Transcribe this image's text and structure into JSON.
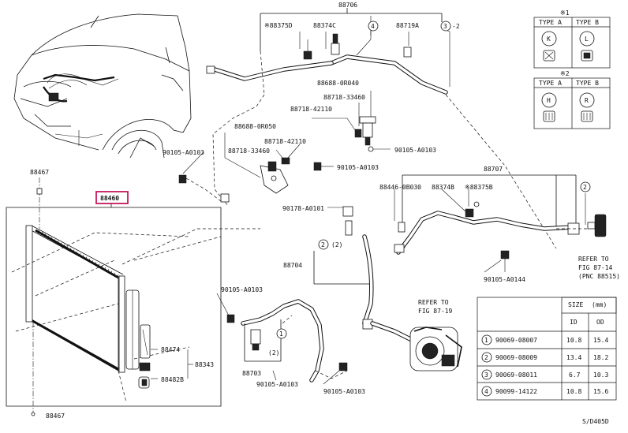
{
  "callouts": {
    "c_88706": "88706",
    "c_88375d": "※88375D",
    "c_88374c": "88374C",
    "c_4": "4",
    "c_88719a": "88719A",
    "c_3_2": "3",
    "c_3_2_suffix": "-2",
    "c_88688_0r040": "88688-0R040",
    "c_88718_33460_a": "88718-33460",
    "c_88718_42110_a": "88718-42110",
    "c_88688_0r050": "88688-0R050",
    "c_88718_42110_b": "88718-42110",
    "c_88718_33460_b": "88718-33460",
    "c_90105_a0103_a": "90105-A0103",
    "c_90105_a0103_b": "90105-A0103",
    "c_90105_a0103_c": "90105-A0103",
    "c_88467_top": "88467",
    "c_88460": "88460",
    "c_88707": "88707",
    "c_88446_0b030": "88446-0B030",
    "c_88374b": "88374B",
    "c_88375b": "※88375B",
    "c_2_right": "2",
    "c_90178_a0101": "90178-A0101",
    "c_2_mid": "2",
    "c_2_mid_paren": "(2)",
    "c_88704": "88704",
    "c_90105_a0144": "90105-A0144",
    "c_refer_fig_87_14": "REFER TO",
    "c_refer_fig_87_14_b": "FIG 87-14",
    "c_refer_fig_87_14_c": "(PNC 88515)",
    "c_90105_a0103_d": "90105-A0103",
    "c_refer_fig_87_19": "REFER TO",
    "c_refer_fig_87_19_b": "FIG 87-19",
    "c_88474": "88474",
    "c_88343": "88343",
    "c_88482b": "88482B",
    "c_88703": "88703",
    "c_1_left": "1",
    "c_2_paren_low": "(2)",
    "c_90105_a0103_e": "90105-A0103",
    "c_90105_a0103_f": "90105-A0103",
    "c_88467_bottom": "88467",
    "diagram_code": "S/D405D"
  },
  "type_box_1": {
    "mark": "※1",
    "type_a": "TYPE A",
    "type_b": "TYPE B",
    "sym_a": "K",
    "sym_b": "L"
  },
  "type_box_2": {
    "mark": "※2",
    "type_a": "TYPE A",
    "type_b": "TYPE B",
    "sym_a": "H",
    "sym_b": "R"
  },
  "size_table": {
    "header_size": "SIZE",
    "header_unit": "(mm)",
    "col_id": "ID",
    "col_od": "OD",
    "rows": [
      {
        "num": "1",
        "part": "90069-08007",
        "id": "10.8",
        "od": "15.4"
      },
      {
        "num": "2",
        "part": "90069-08009",
        "id": "13.4",
        "od": "18.2"
      },
      {
        "num": "3",
        "part": "90069-08011",
        "id": "6.7",
        "od": "10.3"
      },
      {
        "num": "4",
        "part": "90099-14122",
        "id": "10.8",
        "od": "15.6"
      }
    ]
  },
  "colors": {
    "highlight": "#c2185b",
    "ink": "#111111"
  }
}
